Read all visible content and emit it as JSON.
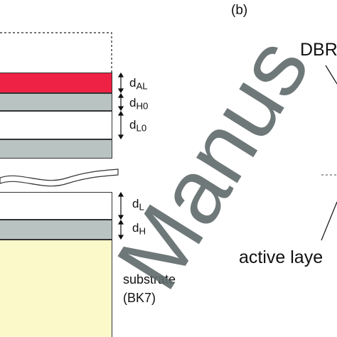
{
  "panel_b": {
    "label": "(b)"
  },
  "labels": {
    "d_al": {
      "base": "d",
      "sub": "AL"
    },
    "d_h0": {
      "base": "d",
      "sub": "H0"
    },
    "d_l0": {
      "base": "d",
      "sub": "L0"
    },
    "d_l": {
      "base": "d",
      "sub": "L"
    },
    "d_h": {
      "base": "d",
      "sub": "H"
    }
  },
  "substrate": {
    "line1": "substrate",
    "line2": "(BK7)"
  },
  "dbr_label": "DBR",
  "active_layer_label": "active laye",
  "watermark": "Manus",
  "colors": {
    "active_layer": "#ee2244",
    "high_index": "#b9c4c2",
    "low_index": "#ffffff",
    "substrate": "#fbf8c9",
    "watermark": "#606a6a"
  }
}
